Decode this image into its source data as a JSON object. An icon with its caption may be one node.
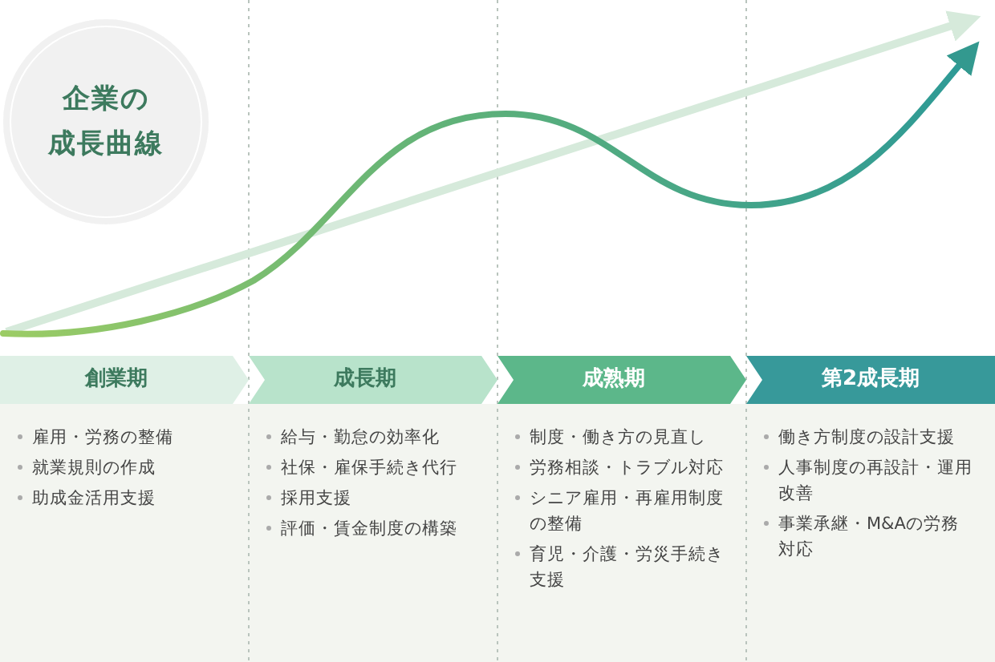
{
  "diagram": {
    "nodes": [
      {
        "text": [
          "企業の",
          "成長曲線"
        ]
      },
      {
        "text": [
          "創業期"
        ],
        "beside": [
          "雇用・労務の整備",
          "就業規則の作成",
          "助成金活用支援"
        ]
      },
      {
        "text": [
          "成長期"
        ],
        "beside": [
          "給与・勤怠の効率化",
          "社保・雇保手続き代行",
          "採用支援",
          "評価・賃金制度の構築"
        ]
      },
      {
        "text": [
          "成熟期"
        ],
        "beside": [
          "制度・働き方の見直し",
          "労務相談・トラブル対応",
          "シニア雇用・再雇用制度の整備",
          "育児・介護・労災手続き支援"
        ]
      },
      {
        "text": [
          "第2成長期"
        ],
        "beside": [
          "働き方制度の設計支援",
          "人事制度の再設計・運用改善",
          "事業承継・M&Aの労務対応"
        ]
      }
    ],
    "edges": [
      {
        "from": 1,
        "to": 2,
        "arrow": "to"
      },
      {
        "from": 2,
        "to": 3,
        "arrow": "to"
      },
      {
        "from": 3,
        "to": 4,
        "arrow": "to"
      }
    ]
  }
}
